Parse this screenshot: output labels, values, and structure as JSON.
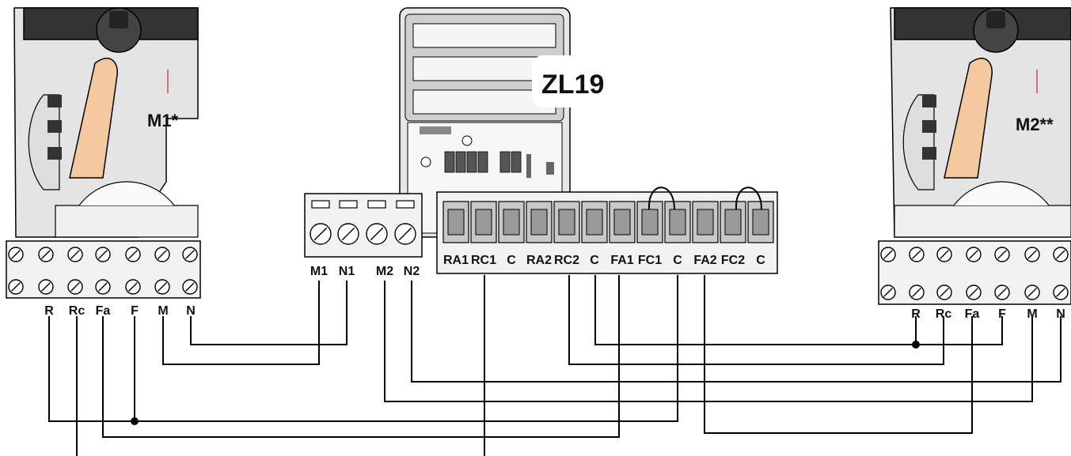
{
  "motor_left": {
    "name": "M1*",
    "terminals": [
      "R",
      "Rc",
      "Fa",
      "F",
      "M",
      "N"
    ]
  },
  "motor_right": {
    "name": "M2**",
    "terminals": [
      "R",
      "Rc",
      "Fa",
      "F",
      "M",
      "N"
    ]
  },
  "control_unit": {
    "name": "ZL19",
    "motor_terminals": [
      "M1",
      "N1",
      "M2",
      "N2"
    ],
    "limit_terminals": [
      "RA1",
      "RC1",
      "C",
      "RA2",
      "RC2",
      "C",
      "FA1",
      "FC1",
      "C",
      "FA2",
      "FC2",
      "C"
    ]
  },
  "colors": {
    "motor_window": "#f4c9a0",
    "panel_gray": "#e6e6e6",
    "wire": "#000000"
  }
}
